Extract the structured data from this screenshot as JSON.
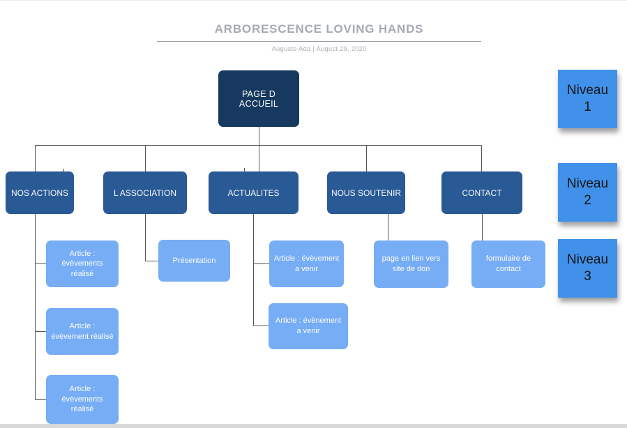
{
  "header": {
    "title": "ARBORESCENCE LOVING HANDS",
    "subtitle": "Auguste Ada  |  August 29, 2020"
  },
  "tree": {
    "root": {
      "label": "PAGE D ACCUEIL"
    },
    "level2": [
      {
        "label": "NOS ACTIONS"
      },
      {
        "label": "L ASSOCIATION"
      },
      {
        "label": "ACTUALITES"
      },
      {
        "label": "NOUS SOUTENIR"
      },
      {
        "label": "CONTACT"
      }
    ],
    "level3": [
      {
        "label": "Article : évèvements réalisé",
        "parent": "NOS ACTIONS"
      },
      {
        "label": "Article : évèvement réalisé",
        "parent": "NOS ACTIONS"
      },
      {
        "label": "Article : évèvements réalisé",
        "parent": "NOS ACTIONS"
      },
      {
        "label": "Présentation",
        "parent": "L ASSOCIATION"
      },
      {
        "label": "Article : évèvement  a venir",
        "parent": "ACTUALITES"
      },
      {
        "label": "Article : évènement a venir",
        "parent": "ACTUALITES"
      },
      {
        "label": "page en lien vers site de don",
        "parent": "NOUS SOUTENIR"
      },
      {
        "label": "formulaire de contact",
        "parent": "CONTACT"
      }
    ]
  },
  "stickies": [
    {
      "line1": "Niveau",
      "line2": "1"
    },
    {
      "line1": "Niveau",
      "line2": "2"
    },
    {
      "line1": "Niveau",
      "line2": "3"
    }
  ],
  "colors": {
    "level1_fill": "#17395f",
    "level2_fill": "#2a5a96",
    "level3_fill": "#76adf4",
    "sticky_fill": "#4191ea",
    "connector": "#555555",
    "title_text": "#a5aab2"
  }
}
